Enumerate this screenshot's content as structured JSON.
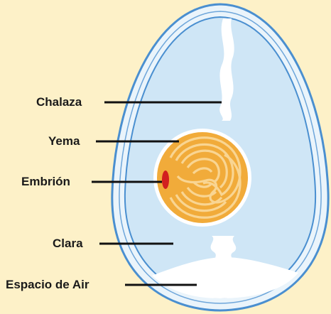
{
  "labels": {
    "chalaza": "Chalaza",
    "yema": "Yema",
    "embrion": "Embrión",
    "clara": "Clara",
    "espacio_aire": "Espacio de Air"
  },
  "colors": {
    "background": "#fdf1c8",
    "shell_outer": "#4a8fd0",
    "shell_inner": "#eaf4fb",
    "albumen": "#cfe6f6",
    "yolk_outer": "#f1ab3a",
    "yolk_ring": "#f9d592",
    "embryo": "#d21f1f",
    "leader_line": "#111111"
  }
}
